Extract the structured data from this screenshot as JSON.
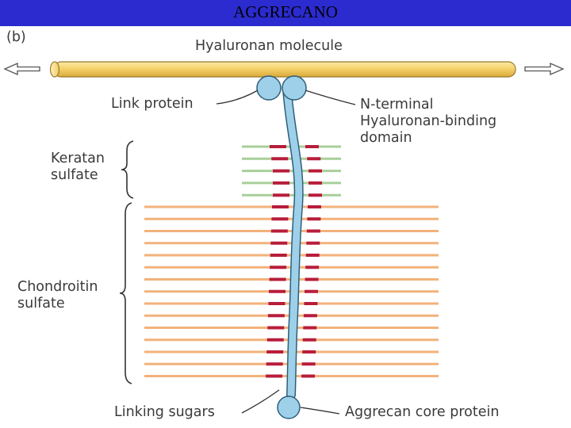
{
  "slide": {
    "title": "AGGRECANO",
    "header_color": "#2b2bd0"
  },
  "figure": {
    "panel_label": "(b)",
    "labels": {
      "hyaluronan": "Hyaluronan molecule",
      "link_protein": "Link protein",
      "n_terminal": [
        "N-terminal",
        "Hyaluronan-binding",
        "domain"
      ],
      "keratan": [
        "Keratan",
        "sulfate"
      ],
      "chondroitin": [
        "Chondroitin",
        "sulfate"
      ],
      "linking_sugars": "Linking sugars",
      "core_protein": "Aggrecan core protein"
    },
    "colors": {
      "hyaluronan_fill": "#f5d36a",
      "core_protein_fill": "#9fd0ea",
      "keratan_chain": "#a8cf9a",
      "chondroitin_chain": "#f2b27a",
      "linking_sugar": "#b81d3c"
    },
    "keratan_chain_count": 5,
    "chondroitin_chain_count": 15
  }
}
